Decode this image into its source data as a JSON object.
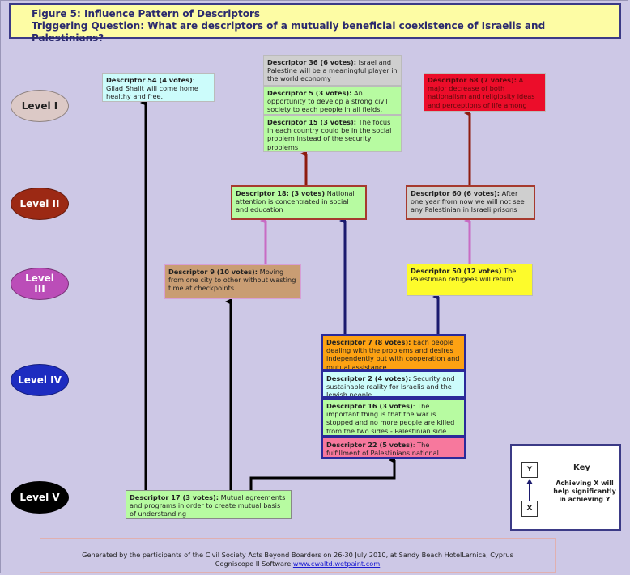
{
  "title": {
    "line1": "Figure 5: Influence Pattern of Descriptors",
    "line2": "Triggering Question: What are descriptors of a mutually beneficial coexistence of Israelis and Palestinians?"
  },
  "levels": [
    {
      "label": "Level I",
      "color": "#dcc9c6"
    },
    {
      "label": "Level II",
      "color": "#9c2914"
    },
    {
      "label": "Level III",
      "color": "#bb4db8"
    },
    {
      "label": "Level IV",
      "color": "#1d2cc0"
    },
    {
      "label": "Level V",
      "color": "#000000"
    }
  ],
  "descriptors": {
    "d54": {
      "head": "Descriptor 54 (4 votes)",
      "text": ": Gilad Shalit will come home healthy and free.",
      "color": "#ccfcfb"
    },
    "d36": {
      "head": "Descriptor 36 (6 votes):",
      "text": " Israel and Palestine will be a meaningful player in the world economy",
      "color": "#cfcfcf"
    },
    "d5": {
      "head": "Descriptor 5 (3 votes):",
      "text": " An opportunity to develop a strong civil society to each people in all fields.",
      "color": "#b7fba1"
    },
    "d15": {
      "head": "Descriptor 15 (3 votes):",
      "text": " The focus in each country could be in the social problem instead of the security problems",
      "color": "#b7fba1"
    },
    "d68": {
      "head": "Descriptor 68 (7 votes):",
      "text": " A major decrease of both nationalism and religiosity ideas and perceptions of life among people of both sides",
      "color": "#ec0d2a"
    },
    "d18": {
      "head": "Descriptor 18: (3 votes)",
      "text": " National attention is concentrated in social and education",
      "color": "#b7fba1"
    },
    "d60": {
      "head": "Descriptor 60 (6 votes):",
      "text": " After one year from now we will not see any Palestinian in Israeli prisons",
      "color": "#cfcfcf"
    },
    "d9": {
      "head": "Descriptor 9 (10 votes):",
      "text": " Moving from one city to other without wasting time at checkpoints.",
      "color": "#c99d73"
    },
    "d50": {
      "head": "Descriptor 50 (12 votes)",
      "text": " The Palestinian refugees will return",
      "color": "#fdfb2b"
    },
    "d7": {
      "head": "Descriptor 7 (8 votes):",
      "text": " Each people dealing with the problems and desires independently but with cooperation and mutual assistance.",
      "color": "#fda213"
    },
    "d2": {
      "head": "Descriptor 2 (4 votes):",
      "text": " Security and sustainable reality for Israelis and the Jewish people.",
      "color": "#ccfcfb"
    },
    "d16": {
      "head": "Descriptor 16 (3 votes)",
      "text": ": The important thing is that the war is stopped and no more people are killed from the two sides - Palestinian side and Israeli side",
      "color": "#b7fba1"
    },
    "d22": {
      "head": "Descriptor 22 (5 votes)",
      "text": ": The fulfillment of Palestinians national ambitions",
      "color": "#f7789d"
    },
    "d17": {
      "head": "Descriptor 17 (3 votes):",
      "text": " Mutual agreements and programs in order to create mutual basis of understanding",
      "color": "#b7fba1"
    }
  },
  "key": {
    "title": "Key",
    "x_label": "X",
    "y_label": "Y",
    "description": "Achieving X will help significantly in achieving Y"
  },
  "footer": {
    "line1": "Generated by the participants of the Civil Society Acts Beyond Boarders on 26-30 July 2010, at Sandy Beach HotelLarnica, Cyprus",
    "line2": "Cogniscope II Software ",
    "link": "www.cwaltd.wetpaint.com"
  },
  "colors": {
    "background": "#cdc8e6",
    "title_fill": "#fdfca4",
    "frame_blue": "#3b3a86",
    "arrow_black": "#000000",
    "arrow_navy": "#1b1a6e",
    "arrow_red": "#8e1b0f",
    "arrow_pink": "#c86cc4"
  }
}
